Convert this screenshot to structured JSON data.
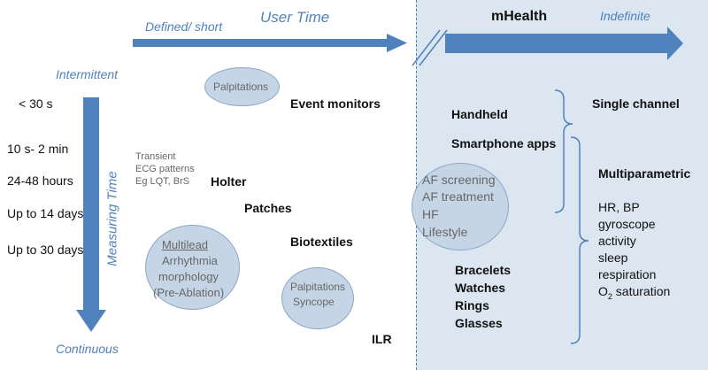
{
  "header": {
    "defined_short": "Defined/ short",
    "user_time": "User Time",
    "mhealth": "mHealth",
    "indefinite": "Indefinite"
  },
  "measuring_axis": {
    "label": "Measuring Time",
    "top": "Intermittent",
    "bottom": "Continuous",
    "durations": [
      "< 30 s",
      "10 s- 2 min",
      "24-48 hours",
      "Up to 14 days",
      "Up to 30 days"
    ]
  },
  "devices": {
    "event_monitors": "Event monitors",
    "holter": "Holter",
    "patches": "Patches",
    "biotextiles": "Biotextiles",
    "ilr": "ILR"
  },
  "ellipses": {
    "palpitations_top": "Palpitations",
    "transient": [
      "Transient",
      "ECG patterns",
      "Eg LQT, BrS"
    ],
    "multilead": [
      "Multilead",
      "Arrhythmia",
      "morphology",
      "(Pre-Ablation)"
    ],
    "palpitations_syncope": [
      "Palpitations",
      "Syncope"
    ],
    "af": [
      "AF screening",
      "AF treatment",
      "HF",
      "Lifestyle"
    ]
  },
  "mhealth_panel": {
    "handheld": "Handheld",
    "smartphone_apps": "Smartphone apps",
    "wearables": [
      "Bracelets",
      "Watches",
      "Rings",
      "Glasses"
    ],
    "single_channel": "Single channel",
    "multiparametric": "Multiparametric",
    "parameters": [
      "HR, BP",
      "gyroscope",
      "activity",
      "sleep",
      "respiration"
    ],
    "o2_main": "O",
    "o2_sub": "2",
    "o2_rest": " saturation"
  },
  "colors": {
    "accent": "#4f81bd",
    "panel": "#dce6f1",
    "ellipse_fill": "#c6d5e6"
  }
}
